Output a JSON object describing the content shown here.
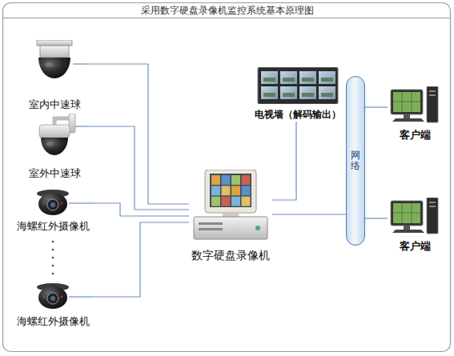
{
  "diagram": {
    "title": "采用数字硬盘录像机监控系统基本原理图",
    "nodes": [
      {
        "text": [
          "室内中速球"
        ]
      },
      {
        "text": [
          "室外中速球"
        ]
      },
      {
        "text": [
          "海螺红外摄像机"
        ]
      },
      {
        "text": [
          "海螺红外摄像机"
        ]
      },
      {
        "text": [
          "电视墙（解码输出）"
        ]
      },
      {
        "text": [
          "数字硬盘录像机"
        ]
      },
      {
        "text": [
          "网络"
        ]
      },
      {
        "text": [
          "客户端"
        ]
      },
      {
        "text": [
          "客户端"
        ]
      }
    ],
    "edges": [
      {
        "from": 0,
        "to": 5,
        "arrow": "none"
      },
      {
        "from": 1,
        "to": 5,
        "arrow": "none"
      },
      {
        "from": 2,
        "to": 5,
        "arrow": "none"
      },
      {
        "from": 3,
        "to": 5,
        "arrow": "none"
      },
      {
        "from": 5,
        "to": 4,
        "arrow": "none"
      },
      {
        "from": 5,
        "to": 6,
        "arrow": "none"
      },
      {
        "from": 6,
        "to": 7,
        "arrow": "none"
      },
      {
        "from": 6,
        "to": 8,
        "arrow": "none"
      }
    ]
  }
}
